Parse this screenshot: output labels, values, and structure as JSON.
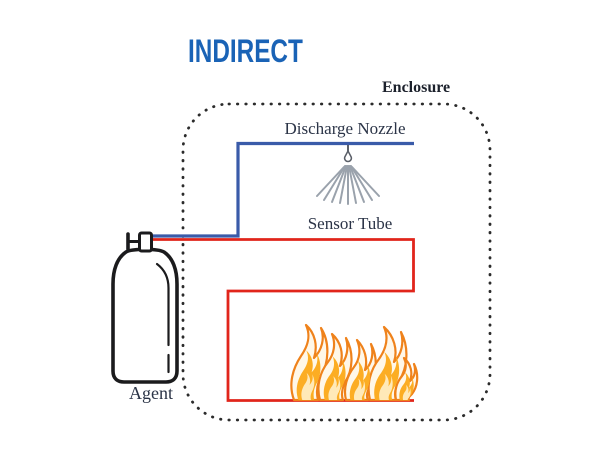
{
  "title": "INDIRECT",
  "diagram": {
    "enclosure_label": "Enclosure",
    "discharge_nozzle_label": "Discharge Nozzle",
    "sensor_tube_label": "Sensor Tube",
    "agent_label": "Agent"
  },
  "colors": {
    "title_blue": "#1A63B6",
    "discharge_tube_blue": "#3A5BA9",
    "sensor_tube_red": "#E1251B",
    "label_text": "#2B3447",
    "enclosure_dots": "#2B2B2B",
    "spray_gray": "#9AA2AC",
    "cylinder_outline": "#1B1B1D",
    "flame_outline_orange": "#EF821B",
    "flame_yellow": "#FCAD23",
    "flame_core": "#FFE9B8"
  }
}
